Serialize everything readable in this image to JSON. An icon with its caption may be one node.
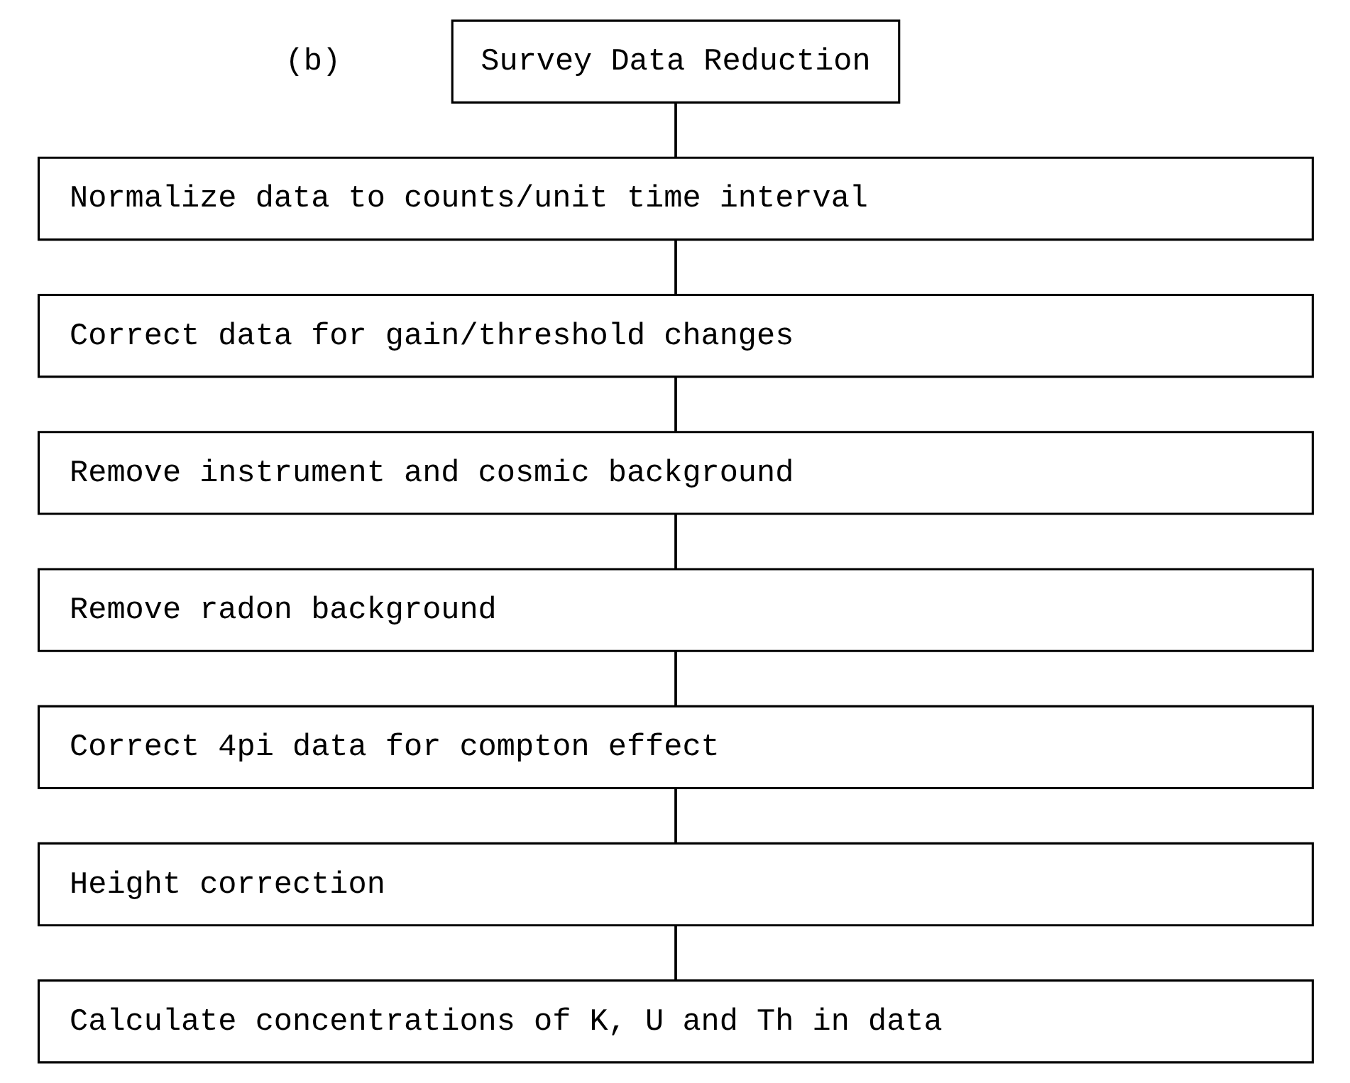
{
  "diagram": {
    "nodes": [
      {
        "text": [
          "Survey Data Reduction"
        ]
      },
      {
        "text": [
          "Normalize data to counts/unit time interval"
        ]
      },
      {
        "text": [
          "Correct data for gain/threshold changes"
        ]
      },
      {
        "text": [
          "Remove instrument and cosmic background"
        ]
      },
      {
        "text": [
          "Remove radon background"
        ]
      },
      {
        "text": [
          "Correct 4pi data for compton effect"
        ]
      },
      {
        "text": [
          "Height correction"
        ]
      },
      {
        "text": [
          "Calculate concentrations of K, U and Th in data"
        ]
      }
    ],
    "edges": [
      {
        "from": 0,
        "to": 1,
        "arrow": "none"
      },
      {
        "from": 1,
        "to": 2,
        "arrow": "none"
      },
      {
        "from": 2,
        "to": 3,
        "arrow": "none"
      },
      {
        "from": 3,
        "to": 4,
        "arrow": "none"
      },
      {
        "from": 4,
        "to": 5,
        "arrow": "none"
      },
      {
        "from": 5,
        "to": 6,
        "arrow": "none"
      },
      {
        "from": 6,
        "to": 7,
        "arrow": "none"
      }
    ],
    "labels": [
      "(b)"
    ]
  }
}
